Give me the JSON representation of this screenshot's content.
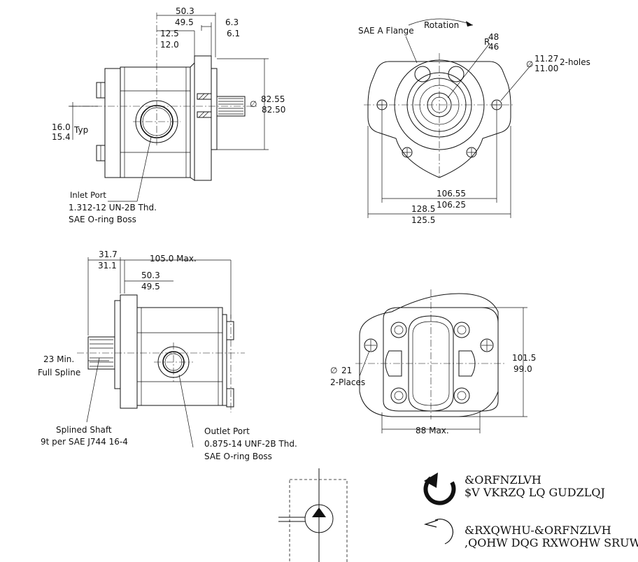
{
  "view_side": {
    "dims": {
      "d_50_3": "50.3",
      "d_49_5": "49.5",
      "d_6_3": "6.3",
      "d_6_1": "6.1",
      "d_12_5": "12.5",
      "d_12_0": "12.0",
      "d_82_55": "82.55",
      "d_82_50": "82.50",
      "d_16_0": "16.0",
      "typ": "Typ",
      "d_15_4": "15.4"
    },
    "inlet_port": [
      "Inlet Port",
      "1.312-12 UN-2B Thd.",
      "SAE O-ring Boss"
    ]
  },
  "view_front": {
    "flange_label": "SAE A Flange",
    "rotation_label": "Rotation",
    "d_48": "48",
    "r_sym": "R",
    "d_46": "46",
    "hole_1": "11.27",
    "hole_2": "11.00",
    "holes_label": "2-holes",
    "d_106_55": "106.55",
    "d_106_25": "106.25",
    "d_128_5": "128.5",
    "d_125_5": "125.5"
  },
  "view_bottom": {
    "d_31_7": "31.7",
    "d_31_1": "31.1",
    "d_105": "105.0 Max.",
    "d_50_3": "50.3",
    "d_49_5": "49.5",
    "spline_min": [
      "23 Min.",
      "Full Spline"
    ],
    "shaft": [
      "Splined Shaft",
      "9t per SAE J744  16-4"
    ],
    "outlet_port": [
      "Outlet Port",
      "0.875-14 UNF-2B Thd.",
      "SAE O-ring Boss"
    ]
  },
  "view_rear": {
    "dia_21": "21",
    "places": "2-Places",
    "d_101_5": "101.5",
    "d_99_0": "99.0",
    "d_88": "88 Max."
  },
  "legend": {
    "cw_line1": "&ORFNZLVH",
    "cw_line2": "$V VKRZQ LQ GUDZLQJ",
    "ccw_line1": "&RXQWHU-&ORFNZLVH",
    "ccw_line2": ",QOHW DQG RXWOHW SRUW FKDQJHG"
  },
  "icons": [
    "clockwise-arrow-icon",
    "counter-clockwise-arrow-icon",
    "hydraulic-pump-symbol"
  ]
}
